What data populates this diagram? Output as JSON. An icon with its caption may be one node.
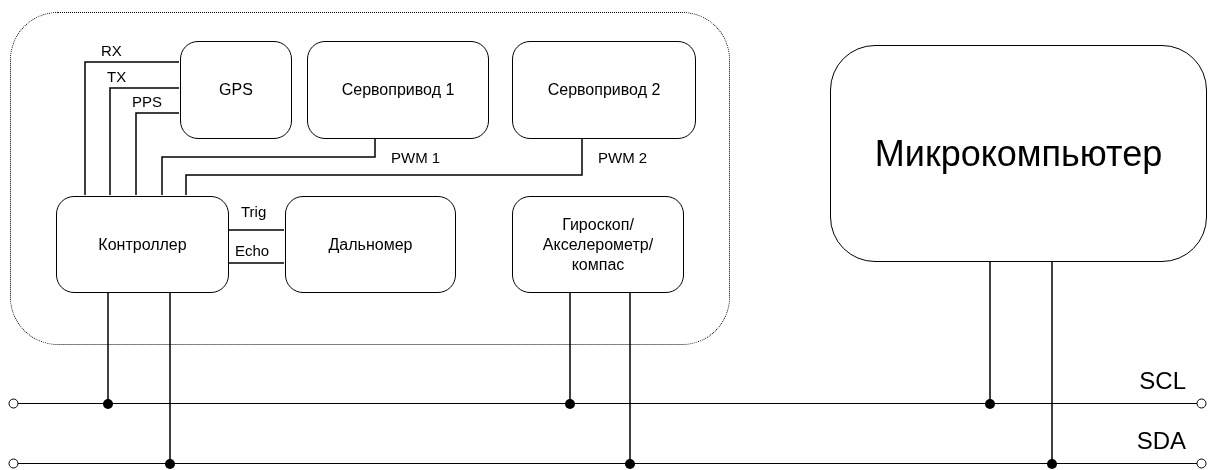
{
  "diagram": {
    "nodes": [
      {
        "text": [],
        "shape": "box"
      },
      {
        "text": [
          "GPS"
        ],
        "in": 0
      },
      {
        "text": [
          "Сервопривод 1"
        ],
        "in": 0
      },
      {
        "text": [
          "Сервопривод 2"
        ],
        "in": 0
      },
      {
        "text": [
          "Контроллер"
        ],
        "in": 0
      },
      {
        "text": [
          "Дальномер"
        ],
        "in": 0
      },
      {
        "text": [
          "Гироскоп/ Акселерометр/ компас"
        ],
        "in": 0
      },
      {
        "text": [
          "Микрокомпьютер"
        ]
      },
      {
        "text": [
          "SCL"
        ]
      },
      {
        "text": [
          "SDA"
        ]
      }
    ],
    "edges": [
      {
        "from": 4,
        "to": 1,
        "arrow": "none",
        "label": "RX"
      },
      {
        "from": 4,
        "to": 1,
        "arrow": "none",
        "label": "TX"
      },
      {
        "from": 4,
        "to": 1,
        "arrow": "none",
        "label": "PPS"
      },
      {
        "from": 4,
        "to": 2,
        "arrow": "none",
        "label": "PWM 1"
      },
      {
        "from": 4,
        "to": 3,
        "arrow": "none",
        "label": "PWM 2"
      },
      {
        "from": 4,
        "to": 5,
        "arrow": "none",
        "label": "Trig"
      },
      {
        "from": 4,
        "to": 5,
        "arrow": "none",
        "label": "Echo"
      },
      {
        "from": 4,
        "to": 8,
        "arrow": "other"
      },
      {
        "from": 4,
        "to": 9,
        "arrow": "other"
      },
      {
        "from": 6,
        "to": 8,
        "arrow": "other"
      },
      {
        "from": 6,
        "to": 9,
        "arrow": "other"
      },
      {
        "from": 7,
        "to": 8,
        "arrow": "other"
      },
      {
        "from": 7,
        "to": 9,
        "arrow": "other"
      }
    ]
  }
}
